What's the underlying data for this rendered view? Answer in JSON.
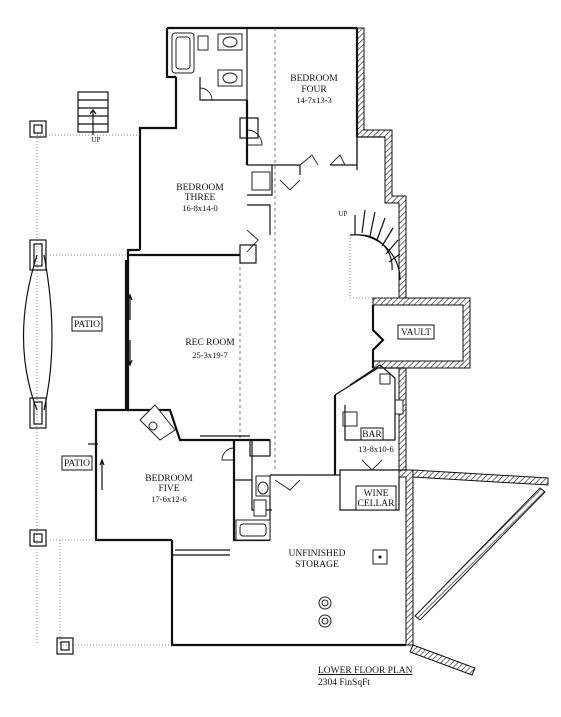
{
  "rooms": {
    "bedroom_four": {
      "name": "BEDROOM\nFOUR",
      "line1": "BEDROOM",
      "line2": "FOUR",
      "dims": "14-7x13-3"
    },
    "bedroom_three": {
      "line1": "BEDROOM",
      "line2": "THREE",
      "dims": "16-8x14-0"
    },
    "rec_room": {
      "name": "REC ROOM",
      "dims": "25-3x19-7"
    },
    "bedroom_five": {
      "line1": "BEDROOM",
      "line2": "FIVE",
      "dims": "17-6x12-6"
    },
    "bar": {
      "name": "BAR",
      "dims": "13-8x10-6"
    },
    "wine_cellar": {
      "line1": "WINE",
      "line2": "CELLAR"
    },
    "vault": {
      "name": "VAULT"
    },
    "unfinished_storage": {
      "line1": "UNFINISHED",
      "line2": "STORAGE"
    },
    "patio_upper": {
      "name": "PATIO"
    },
    "patio_lower": {
      "name": "PATIO"
    }
  },
  "stairs": {
    "exterior_label": "UP",
    "spiral_label": "UP"
  },
  "caption": {
    "title": "LOWER FLOOR PLAN",
    "area": "2304 FinSqFt"
  }
}
